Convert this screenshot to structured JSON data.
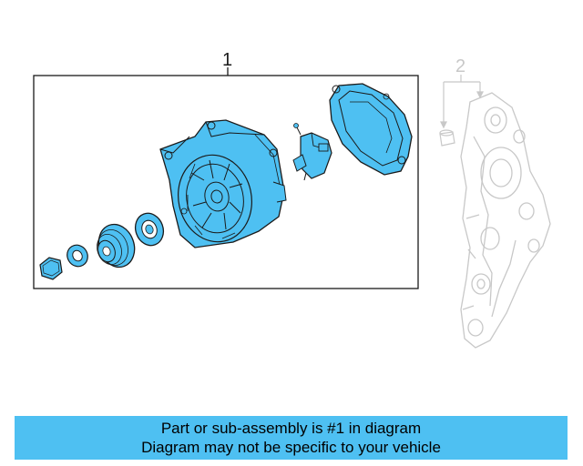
{
  "callouts": {
    "main_assembly": "1",
    "related_part": "2"
  },
  "banner": {
    "line1": "Part or sub-assembly is #1 in diagram",
    "line2": "Diagram may not be specific to your vehicle"
  },
  "colors": {
    "highlight_part": "#4ec0f2",
    "outline": "#1a1a1a",
    "ghost_part": "#c8c8c8",
    "banner_bg": "#4ec0f2"
  }
}
